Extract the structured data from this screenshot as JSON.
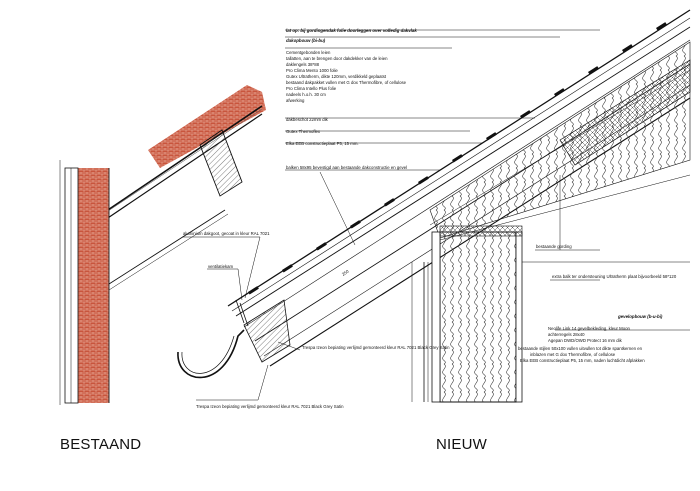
{
  "captions": {
    "left": "BESTAAND",
    "right": "NIEUW"
  },
  "labels": {
    "roof_title": "lat op: bij gordingendak folie doorleggen over volledig dakvlak",
    "roof_subtitle": "dakopbouw (bi-bu)",
    "roof_layers": [
      "Cementgebonden leien",
      "tallatten, aan te brengen door dakdekker van de leien",
      "daklengels 38*88",
      "Pro Clima Mento 1000 folie",
      "Gutex Ultratherm, dikte 120mm, verdikkeld geplaatst",
      "bestaand dakpakket vullen met G dox Thermofibre, of cellulose",
      "Pro Clima Intello Plus folie",
      "nadeels h.o.h. 30 cm",
      "afwerking"
    ],
    "dakbeschot": "dakbeschot 22mm dik",
    "gutex": "Gutex Thermoflex",
    "eeb": "Elka EEB constructieplaat P5, 15 mm.",
    "balken": "balken 58x95 bevestigd aan bestaande dakconstructie en gevel",
    "dakgoot": "aluminium dakgoot, gecoat in kleur RAL 7021",
    "ventilatiekam": "ventilatiekam",
    "tresparoof": "Trespa Izeon bepiating verlijmd gemonteerd kleur RAL 7021 Black Grey Satin",
    "trespabottom": "Trespa Izeon bepiating verlijmd gemonteerd kleur RAL 7021 Black Grey Satin",
    "gording": "bestaande gording",
    "extrabalk": "extra balk ter ondersteuning Ultratherm plaat bijvoorbeeld 58*120",
    "gevel_title": "gevelopbouw (b-u-bi)",
    "gevel_layers": [
      "Neolife Link 14 gevelbekleding, kleur Moon",
      "achterregels 28x40",
      "Agepan DWD/OWD Protect 16 mm dik",
      "bestaande stijlen 50x100 vullen uitvullen tot dikte spantkernen en",
      "inblazen met G dox Thermofibre, of cellulose",
      "Elka EEB constructieplaat P5, 15 mm, naden luchtdicht afplakken"
    ],
    "dim_250": "250"
  },
  "colors": {
    "brick": "#c8553d",
    "line": "#111111",
    "hatch": "#555555"
  }
}
